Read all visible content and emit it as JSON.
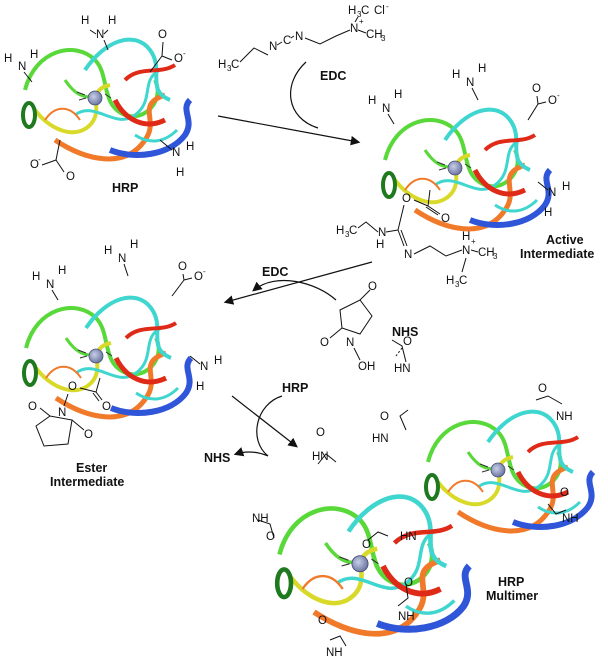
{
  "labels": {
    "hrp": "HRP",
    "edc": "EDC",
    "edc_out": "EDC",
    "nhs": "NHS",
    "nhs_out": "NHS",
    "hrp_in": "HRP",
    "active_1": "Active",
    "active_2": "Intermediate",
    "ester_1": "Ester",
    "ester_2": "Intermediate",
    "multimer_1": "HRP",
    "multimer_2": "Multimer"
  },
  "chem": {
    "nh2_h": "H",
    "nh2_n": "N",
    "coo": "O",
    "neg": "-",
    "pos": "+",
    "cl": "Cl",
    "h3c": "H",
    "ch3": "CH",
    "three": "3",
    "c": "C",
    "n": "N",
    "nh": "NH",
    "hn": "HN",
    "oh": "OH",
    "o": "O"
  },
  "colors": {
    "blue": "#2f55d8",
    "cyan": "#3fd6cf",
    "green": "#59d83a",
    "yellow": "#d9d92a",
    "orange": "#f07a2a",
    "red": "#e02a18",
    "dark_green": "#1f7a1f",
    "heme": "#8a94b8"
  }
}
